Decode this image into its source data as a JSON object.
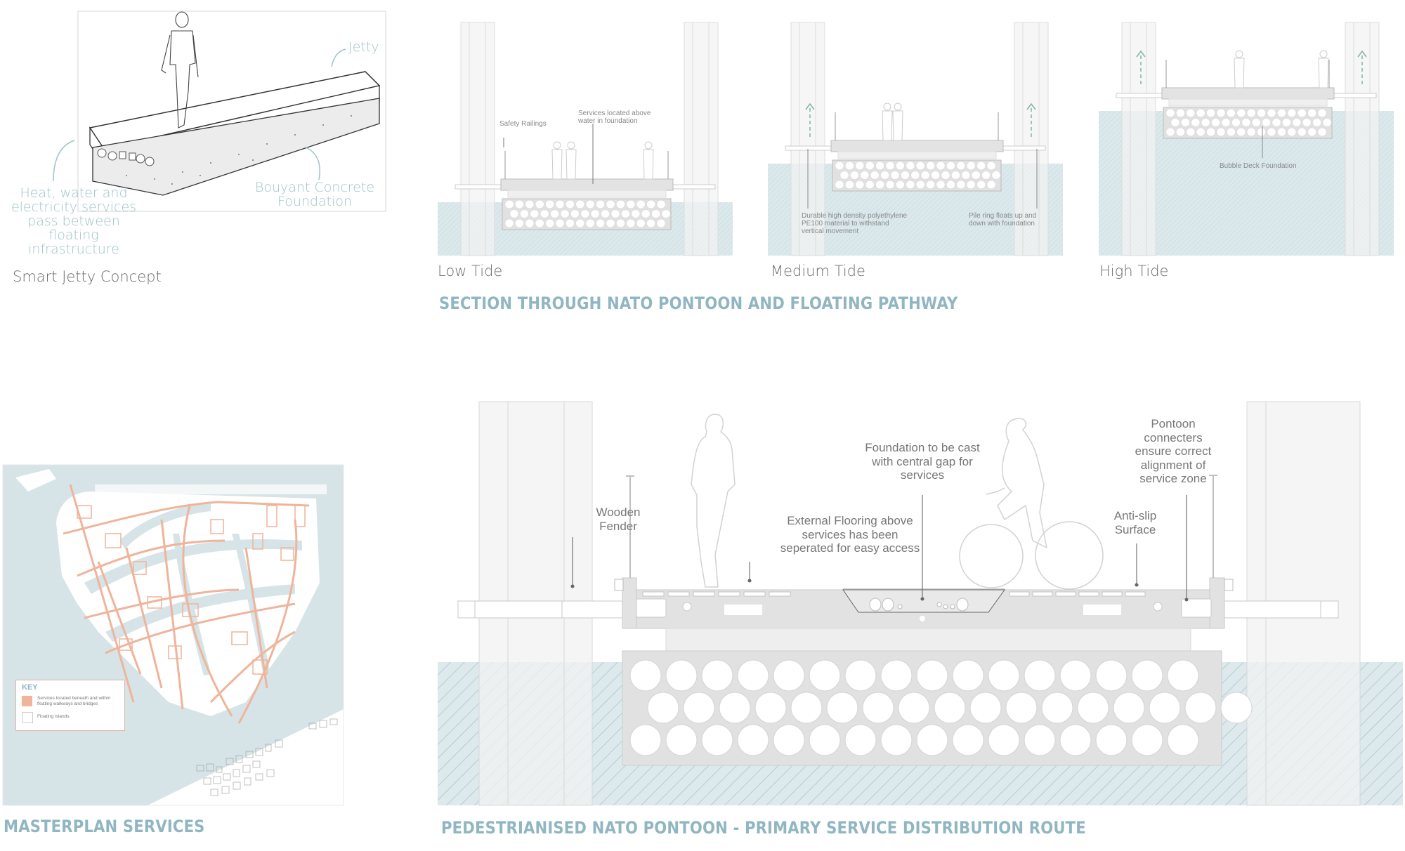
{
  "smart_jetty": {
    "caption": "Smart Jetty Concept",
    "labels": {
      "jetty": "Jetty",
      "services_line1": "Heat, water and",
      "services_line2": "electricity services",
      "services_line3": "pass between floating",
      "services_line4": "infrastructure",
      "foundation_line1": "Bouyant Concrete",
      "foundation_line2": "Foundation"
    }
  },
  "tide_sections": {
    "title": "SECTION THROUGH NATO PONTOON AND FLOATING PATHWAY",
    "panels": [
      {
        "caption": "Low Tide",
        "annotations": {
          "railings": "Safety Railings",
          "services_line1": "Services located above",
          "services_line2": "water in foundation"
        }
      },
      {
        "caption": "Medium Tide",
        "annotations": {
          "material_line1": "Durable high density polyethylene",
          "material_line2": "PE100 material to withstand",
          "material_line3": "vertical movement",
          "pile_line1": "Pile ring floats up and",
          "pile_line2": "down with foundation"
        }
      },
      {
        "caption": "High Tide",
        "annotations": {
          "bubble": "Bubble Deck Foundation"
        }
      }
    ]
  },
  "masterplan": {
    "title": "MASTERPLAN SERVICES",
    "key": {
      "heading": "KEY",
      "items": [
        {
          "label_line1": "Services located beneath and within",
          "label_line2": "floating walkways and bridges",
          "swatch": "#efb49a"
        },
        {
          "label_line1": "Floating Islands",
          "label_line2": "",
          "swatch": "#ffffff"
        }
      ]
    },
    "colors": {
      "water": "#d6e4e7",
      "services": "#efb49a",
      "islands": "#ffffff"
    }
  },
  "pontoon_section": {
    "title": "PEDESTRIANISED NATO PONTOON - PRIMARY SERVICE DISTRIBUTION ROUTE",
    "annotations": {
      "fender_line1": "Wooden",
      "fender_line2": "Fender",
      "flooring_line1": "External Flooring above",
      "flooring_line2": "services has been",
      "flooring_line3": "seperated for easy access",
      "foundation_line1": "Foundation to be cast",
      "foundation_line2": "with central gap for",
      "foundation_line3": "services",
      "antislip_line1": "Anti-slip",
      "antislip_line2": "Surface",
      "connecters_line1": "Pontoon",
      "connecters_line2": "connecters",
      "connecters_line3": "ensure correct",
      "connecters_line4": "alignment of",
      "connecters_line5": "service zone"
    }
  },
  "colors": {
    "title_teal": "#8fb6c1",
    "water": "#dce9ec",
    "hatch": "#9cc4cc",
    "structure": "#e1e1e1",
    "annotation_teal": "#9fc3c8"
  }
}
